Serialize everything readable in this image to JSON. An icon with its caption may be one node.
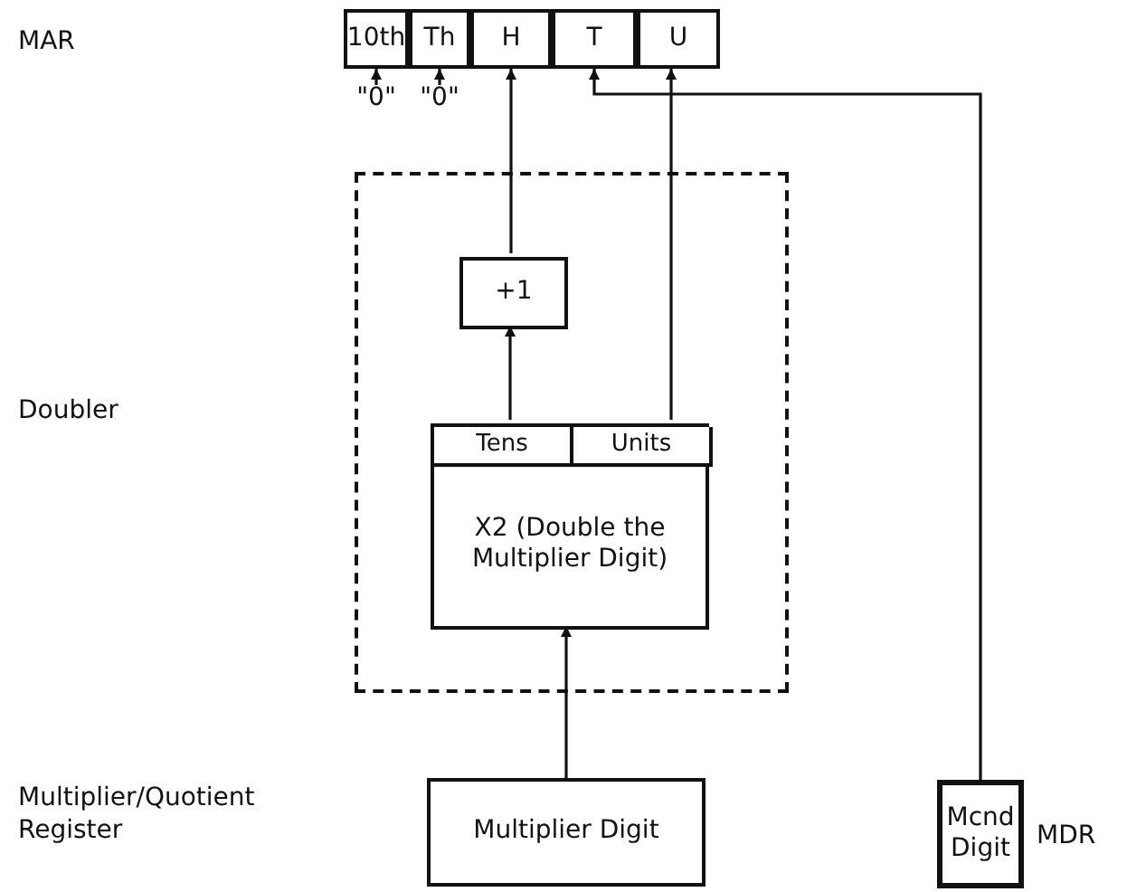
{
  "diagram": {
    "nodes": [
      {
        "text": [
          "10th"
        ]
      },
      {
        "text": [
          "Th"
        ]
      },
      {
        "text": [
          "H"
        ]
      },
      {
        "text": [
          "T"
        ]
      },
      {
        "text": [
          "U"
        ]
      },
      {
        "text": [
          "\"0\""
        ]
      },
      {
        "text": [
          "\"0\""
        ]
      },
      {
        "text": [],
        "shape": "box"
      },
      {
        "text": [
          "+1"
        ],
        "in": 7
      },
      {
        "text": [
          "X2 (Double the Multiplier Digit)"
        ],
        "in": 7
      },
      {
        "text": [
          "Tens"
        ],
        "in": 9
      },
      {
        "text": [
          "Units"
        ],
        "in": 9
      },
      {
        "text": [
          "Multiplier Digit"
        ]
      },
      {
        "text": [
          "Mcnd Digit"
        ],
        "beside": [
          "MDR"
        ]
      }
    ],
    "edges": [
      {
        "from": 5,
        "to": 0,
        "arrow": "to"
      },
      {
        "from": 6,
        "to": 1,
        "arrow": "to"
      },
      {
        "from": 8,
        "to": 2,
        "arrow": "to"
      },
      {
        "from": 10,
        "to": 8,
        "arrow": "to"
      },
      {
        "from": 11,
        "to": 4,
        "arrow": "to"
      },
      {
        "from": 13,
        "to": 3,
        "arrow": "to"
      },
      {
        "from": 12,
        "to": 9,
        "arrow": "to"
      }
    ],
    "labels": [
      "MAR",
      "Doubler",
      "Multiplier/Quotient Register"
    ]
  }
}
